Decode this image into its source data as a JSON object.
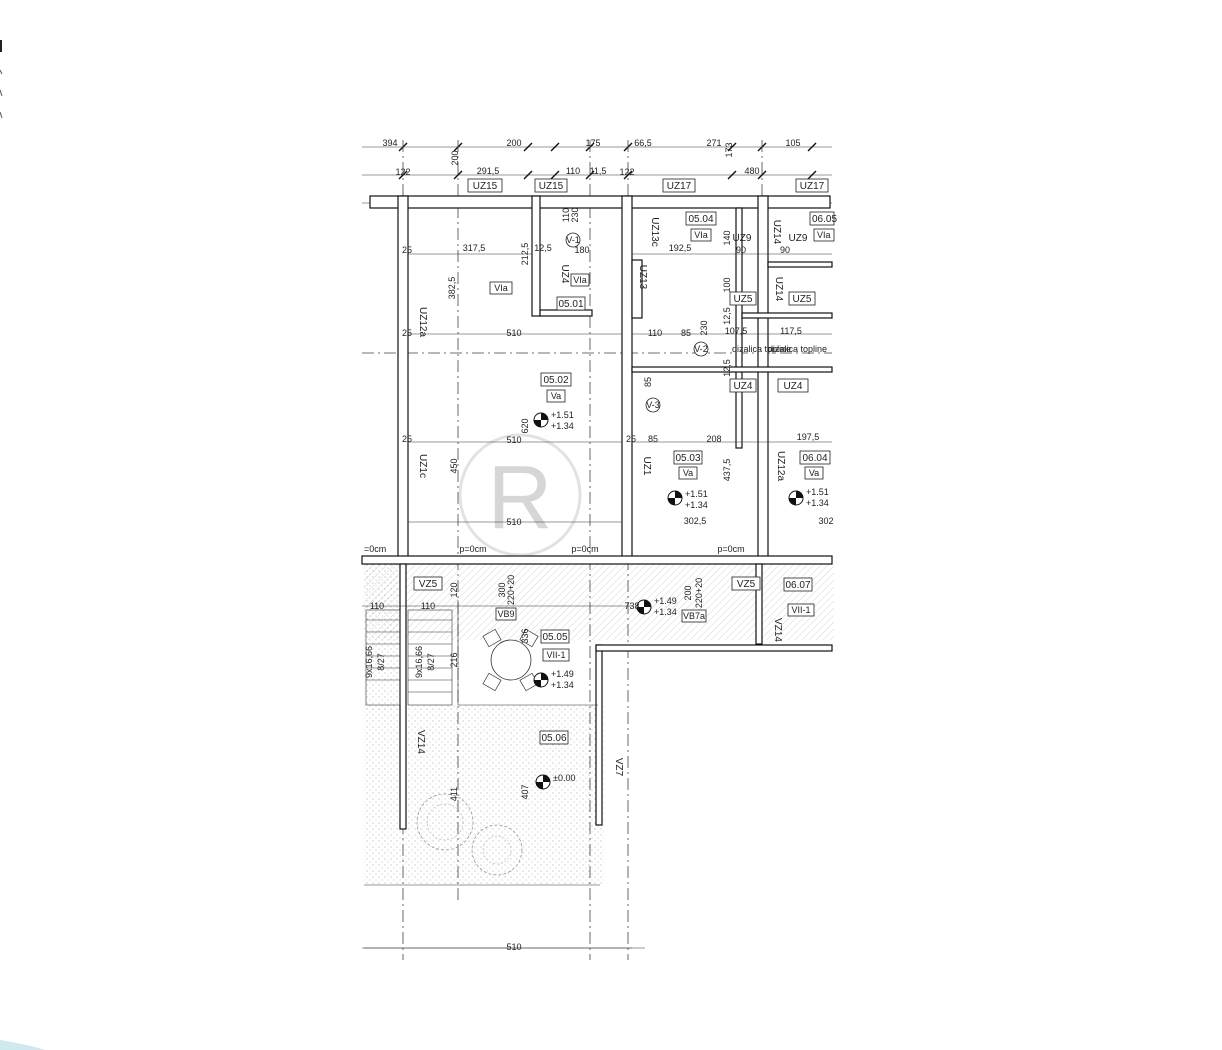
{
  "top_dims_row1": [
    "394",
    "200",
    "200",
    "175",
    "66,5",
    "271",
    "105",
    "173"
  ],
  "top_dims_row2": [
    "122",
    "291,5",
    "110",
    "11,5",
    "122",
    "480"
  ],
  "wall_tags": [
    "UZ15",
    "UZ15",
    "UZ17",
    "UZ17",
    "UZ13c",
    "UZ14",
    "UZ9",
    "UZ9",
    "UZ13",
    "UZ4",
    "UZ5",
    "UZ5",
    "UZ14",
    "UZ4",
    "UZ4",
    "UZ12a",
    "UZ1c",
    "UZ1",
    "UZ12a",
    "VZ5",
    "VZ5",
    "VZ14",
    "VZ14",
    "VZ7"
  ],
  "rooms": [
    {
      "id": "05.01",
      "code": "VIa"
    },
    {
      "id": "05.02",
      "code": "Va"
    },
    {
      "id": "05.03",
      "code": "Va"
    },
    {
      "id": "05.04",
      "code": "VIa"
    },
    {
      "id": "06.05",
      "code": "VIa"
    },
    {
      "id": "06.04",
      "code": "Va"
    },
    {
      "id": "05.05",
      "code": "VII-1"
    },
    {
      "id": "05.06",
      "code": ""
    },
    {
      "id": "06.07",
      "code": "VII-1"
    }
  ],
  "room_codes_extra": [
    "VIa",
    "VB9",
    "VB7a"
  ],
  "levels": [
    {
      "top": "+1.51",
      "bottom": "+1.34"
    },
    {
      "top": "+1.51",
      "bottom": "+1.34"
    },
    {
      "top": "+1.51",
      "bottom": "+1.34"
    },
    {
      "top": "+1.49",
      "bottom": "+1.34"
    },
    {
      "top": "+1.49",
      "bottom": "+1.34"
    },
    {
      "top": "±0.00",
      "bottom": ""
    }
  ],
  "inner_dims": [
    "317,5",
    "212,5",
    "12,5",
    "382,5",
    "510",
    "620",
    "510",
    "450",
    "510",
    "192,5",
    "90",
    "90",
    "110",
    "85",
    "230",
    "107,5",
    "117,5",
    "85",
    "208",
    "197,5",
    "437,5",
    "302,5",
    "302",
    "300",
    "120",
    "220+20",
    "738",
    "200",
    "220+20",
    "110",
    "110",
    "216",
    "336",
    "411",
    "407",
    "510",
    "180",
    "110",
    "230",
    "140",
    "100",
    "12,5",
    "12,5",
    "25",
    "25",
    "25",
    "25",
    "85"
  ],
  "floor_marks": [
    "p=0cm",
    "p=0cm",
    "p=0cm",
    "=0cm"
  ],
  "sections": [
    "V-1",
    "V-2",
    "V-3"
  ],
  "radiator_notes": [
    "dizalica topline",
    "dizalica topline"
  ],
  "stair_notes": [
    "9x16,66",
    "8/27",
    "9x16,66",
    "8/27"
  ]
}
